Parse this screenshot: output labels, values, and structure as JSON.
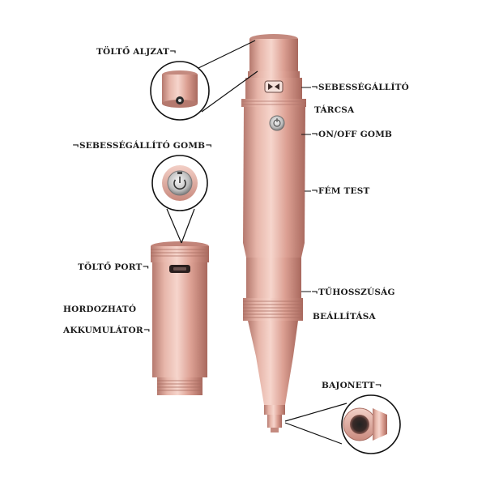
{
  "labels": {
    "charging_socket": "TÖLTŐ ALJZAT¬",
    "speed_button": "¬SEBESSÉGÁLLÍTÓ GOMB¬",
    "charging_port": "TÖLTŐ PORT¬",
    "battery_line1": "HORDOZHATÓ",
    "battery_line2": "AKKUMULÁTOR¬",
    "speed_dial_line1": "¬SEBESSÉGÁLLÍTÓ",
    "speed_dial_line2": "TÁRCSA",
    "on_off": "¬ON/OFF GOMB",
    "metal_body": "¬FÉM TEST",
    "needle_depth_line1": "¬TŰHOSSZÚSÁG",
    "needle_depth_line2": "BEÁLLÍTÁSA",
    "bayonet": "BAJONETT¬"
  },
  "colors": {
    "rose_gold_light": "#eec5bb",
    "rose_gold": "#d9a196",
    "rose_gold_dark": "#b77d72",
    "callout_ring": "#111111",
    "label_text": "#1a1a1a"
  },
  "icons": [
    "power-icon",
    "speed-dial-icon",
    "usb-port-icon"
  ]
}
